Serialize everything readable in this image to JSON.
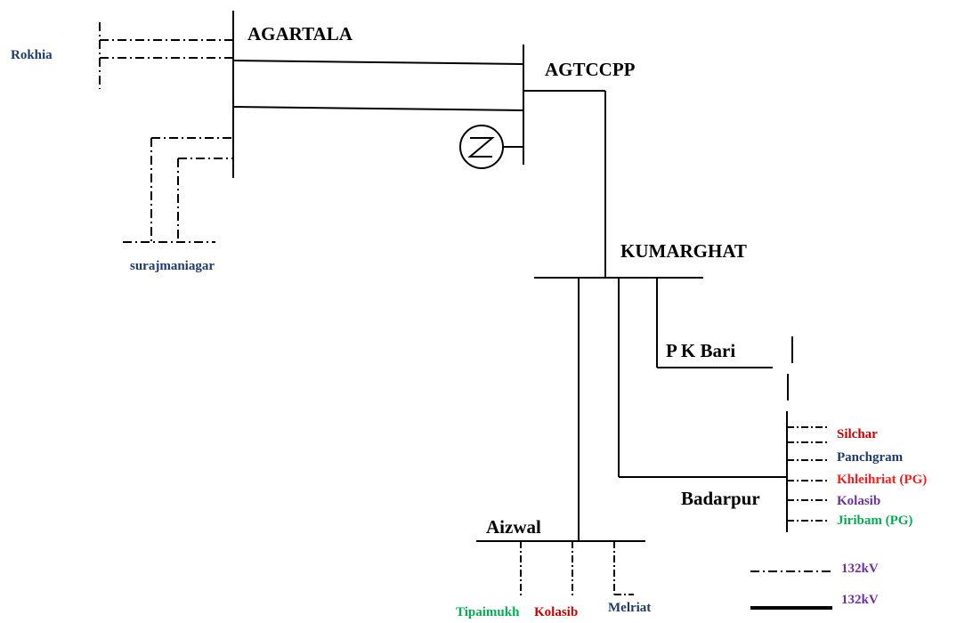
{
  "diagram": {
    "colors": {
      "navy": "#1f3a6e",
      "red": "#cc0000",
      "bright_red": "#ff1a1a",
      "purple": "#7030a0",
      "green": "#00b050",
      "black": "#000000"
    },
    "buses": {
      "agartala": "AGARTALA",
      "agtccpp": "AGTCCPP",
      "kumarghat": "KUMARGHAT",
      "pk_bari": "P K Bari",
      "badarpur": "Badarpur",
      "aizwal": "Aizwal"
    },
    "remote_ends": {
      "rokhia": "Rokhia",
      "surajmaniagar": "surajmaniagar",
      "silchar": "Silchar",
      "panchgram": "Panchgram",
      "khleihriat": "Khleihriat (PG)",
      "kolasib_badarpur": "Kolasib",
      "jiribam": "Jiribam (PG)",
      "tipaimukh": "Tipaimukh",
      "kolasib_aizwal": "Kolasib",
      "melriat": "Melriat"
    },
    "legend": {
      "dashdot_label": "132kV",
      "solid_label": "132kV"
    }
  }
}
